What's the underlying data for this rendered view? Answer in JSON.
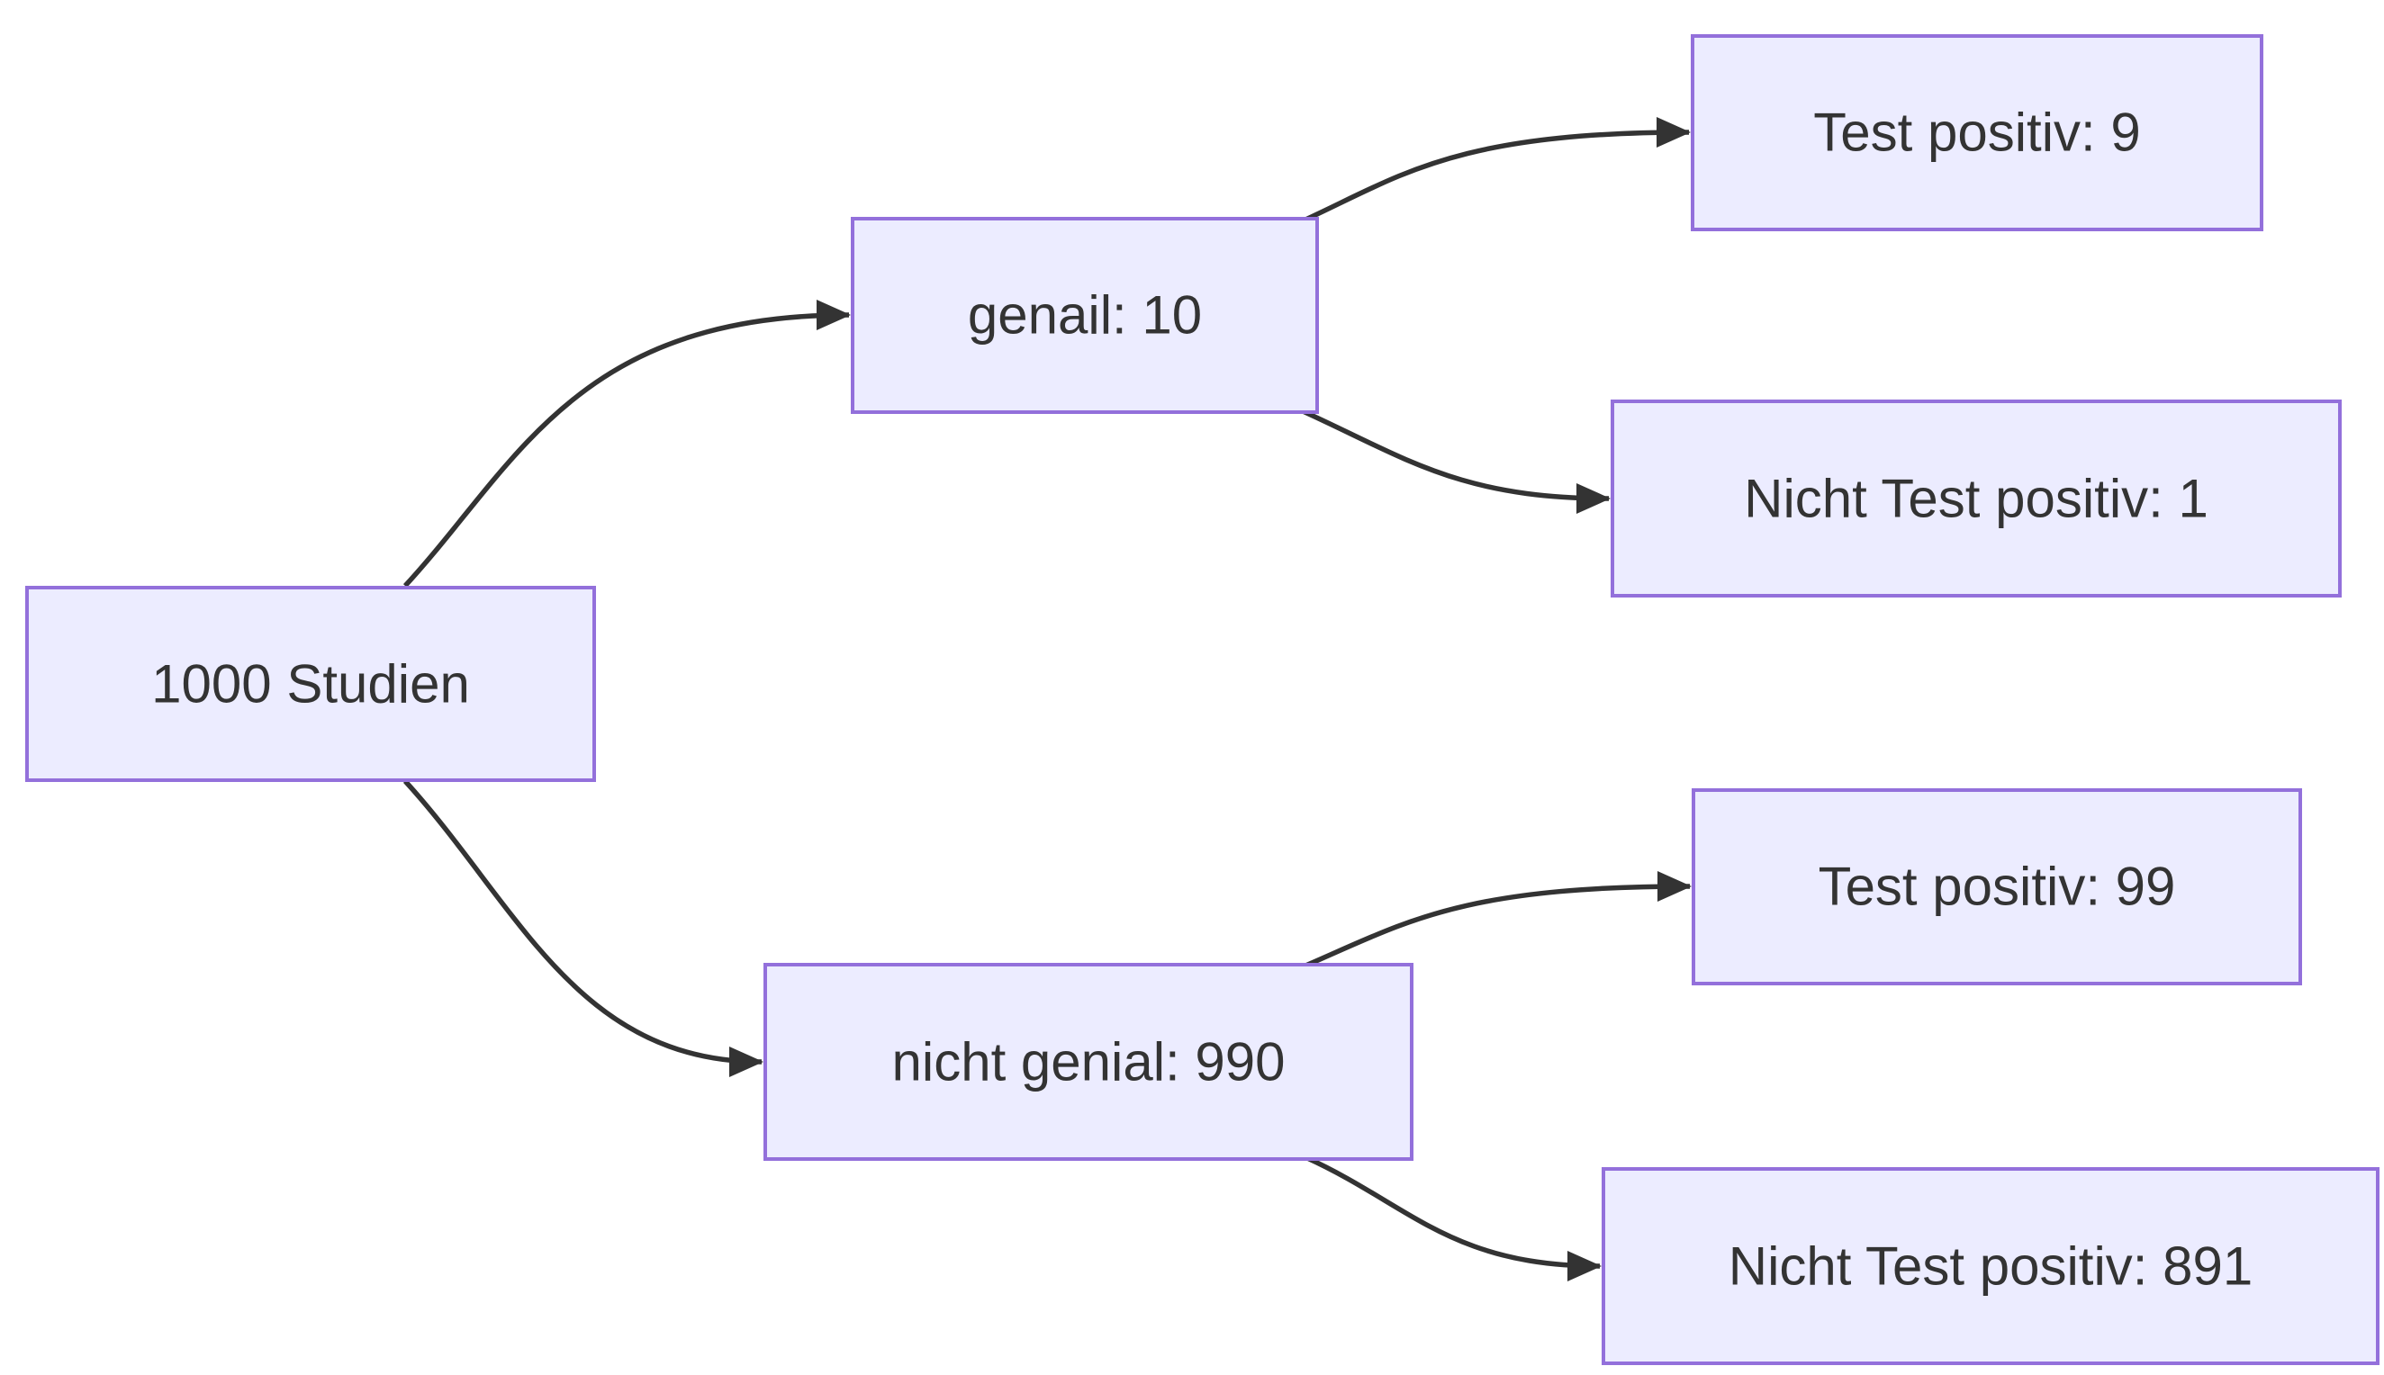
{
  "diagram": {
    "type": "flowchart-tree-left-to-right",
    "nodes": {
      "root": {
        "label": "1000 Studien",
        "value": 1000
      },
      "genial": {
        "label": "genail: 10",
        "value": 10
      },
      "test_positiv_9": {
        "label": "Test positiv: 9",
        "value": 9
      },
      "nicht_test_positiv_1": {
        "label": "Nicht Test positiv: 1",
        "value": 1
      },
      "nicht_genial": {
        "label": "nicht genial: 990",
        "value": 990
      },
      "test_positiv_99": {
        "label": "Test positiv: 99",
        "value": 99
      },
      "nicht_test_positiv_891": {
        "label": "Nicht Test positiv: 891",
        "value": 891
      }
    },
    "edges": [
      {
        "from": "1000 Studien",
        "to": "genail: 10"
      },
      {
        "from": "1000 Studien",
        "to": "nicht genial: 990"
      },
      {
        "from": "genail: 10",
        "to": "Test positiv: 9"
      },
      {
        "from": "genail: 10",
        "to": "Nicht Test positiv: 1"
      },
      {
        "from": "nicht genial: 990",
        "to": "Test positiv: 99"
      },
      {
        "from": "nicht genial: 990",
        "to": "Nicht Test positiv: 891"
      }
    ],
    "colors": {
      "node_fill": "#ECECFF",
      "node_border": "#9370DB",
      "edge": "#333333",
      "text": "#333333",
      "background": "#FFFFFF"
    }
  }
}
